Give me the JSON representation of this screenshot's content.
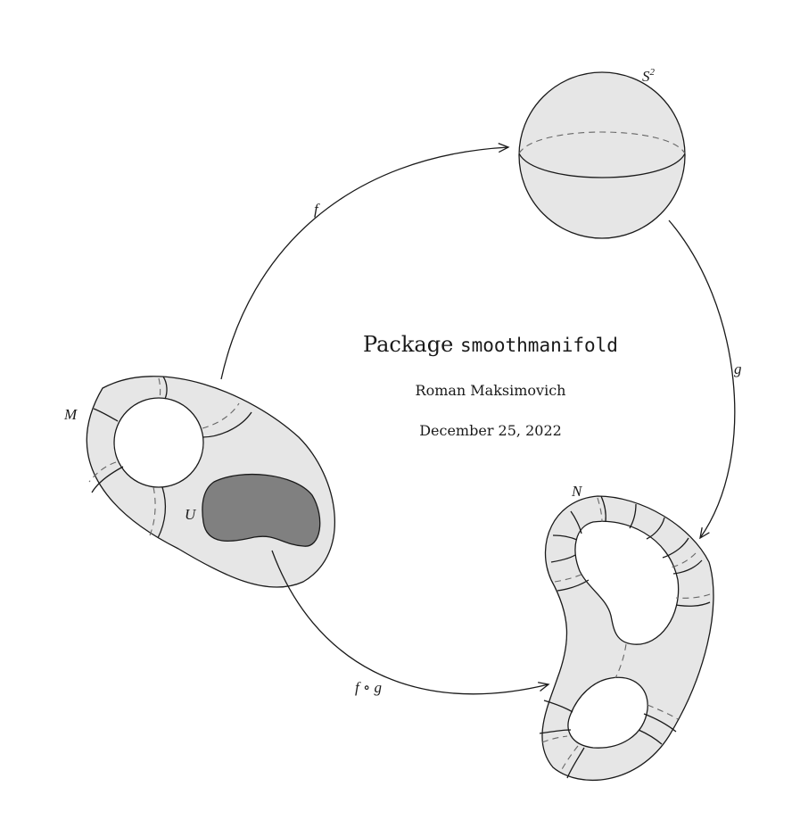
{
  "title": {
    "prefix": "Package",
    "package_name": "smoothmanifold"
  },
  "author": "Roman Maksimovich",
  "date": "December 25, 2022",
  "labels": {
    "sphere": "S",
    "sphere_exponent": "2",
    "manifold_m": "M",
    "manifold_n": "N",
    "region_u": "U",
    "map_f": "f",
    "map_g": "g",
    "map_composition": "f ∘ g"
  },
  "colors": {
    "surface_fill": "#e6e6e6",
    "region_fill": "#808080",
    "stroke": "#1a1a1a"
  }
}
